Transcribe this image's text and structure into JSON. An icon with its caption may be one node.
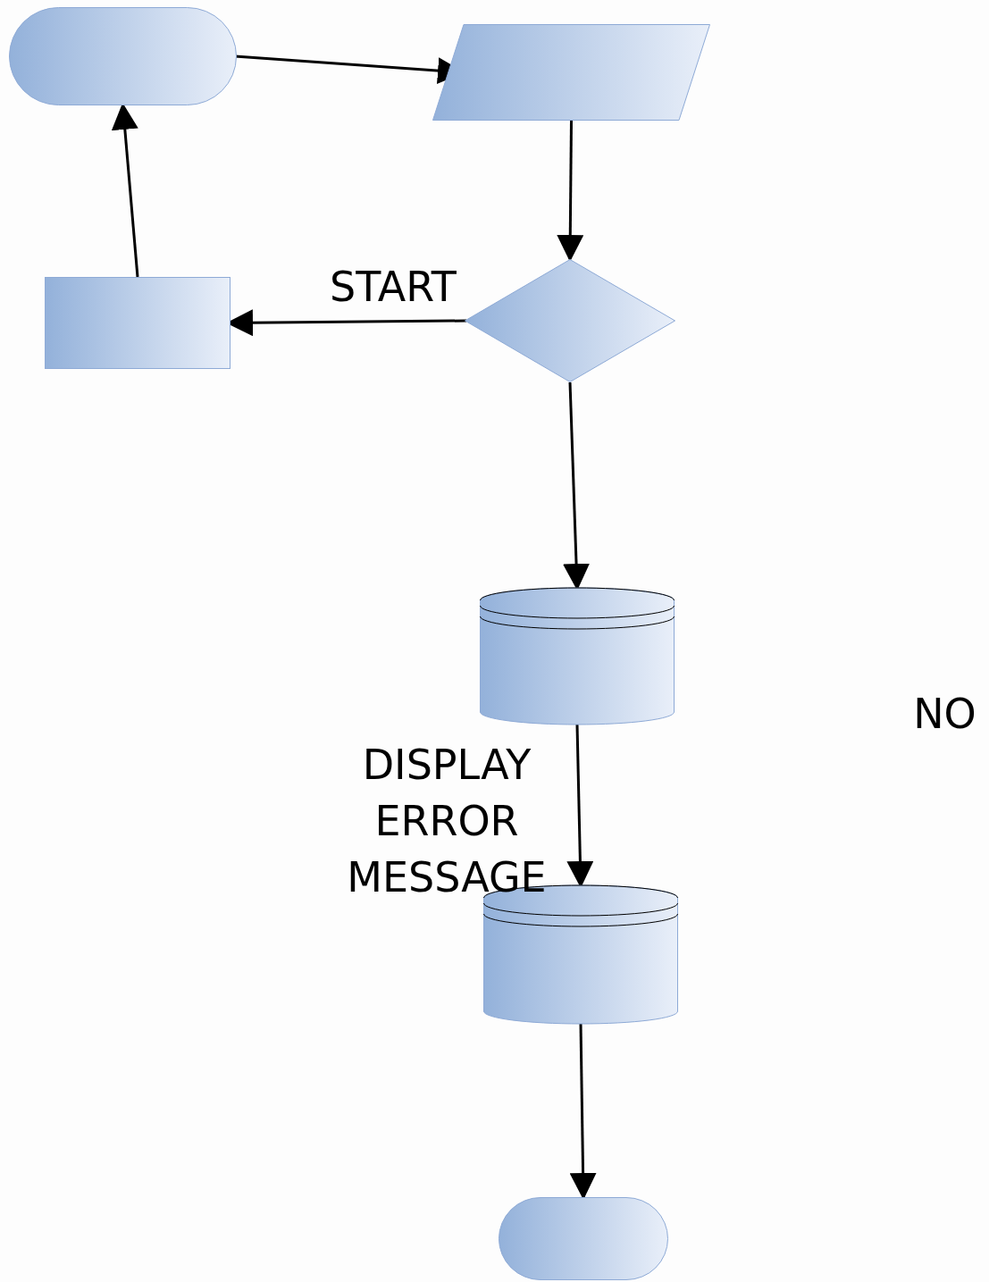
{
  "diagram": {
    "nodes": [
      {
        "text": [],
        "shape": "terminal"
      },
      {
        "text": [],
        "shape": "parallelogram"
      },
      {
        "text": [],
        "shape": "box"
      },
      {
        "text": [],
        "shape": "diamond"
      },
      {
        "text": [],
        "shape": "cylinder"
      },
      {
        "text": [],
        "shape": "cylinder"
      },
      {
        "text": [],
        "shape": "terminal"
      }
    ],
    "edges": [
      {
        "from": 0,
        "to": 1,
        "arrow": "to"
      },
      {
        "from": 1,
        "to": 3,
        "arrow": "to"
      },
      {
        "from": 3,
        "to": 2,
        "arrow": "to"
      },
      {
        "from": 2,
        "to": 0,
        "arrow": "to"
      },
      {
        "from": 3,
        "to": 4,
        "arrow": "to"
      },
      {
        "from": 4,
        "to": 5,
        "arrow": "to"
      },
      {
        "from": 5,
        "to": 6,
        "arrow": "to"
      }
    ],
    "labels": [
      "START",
      "DISPLAY ERROR MESSAGE",
      "NO"
    ]
  }
}
